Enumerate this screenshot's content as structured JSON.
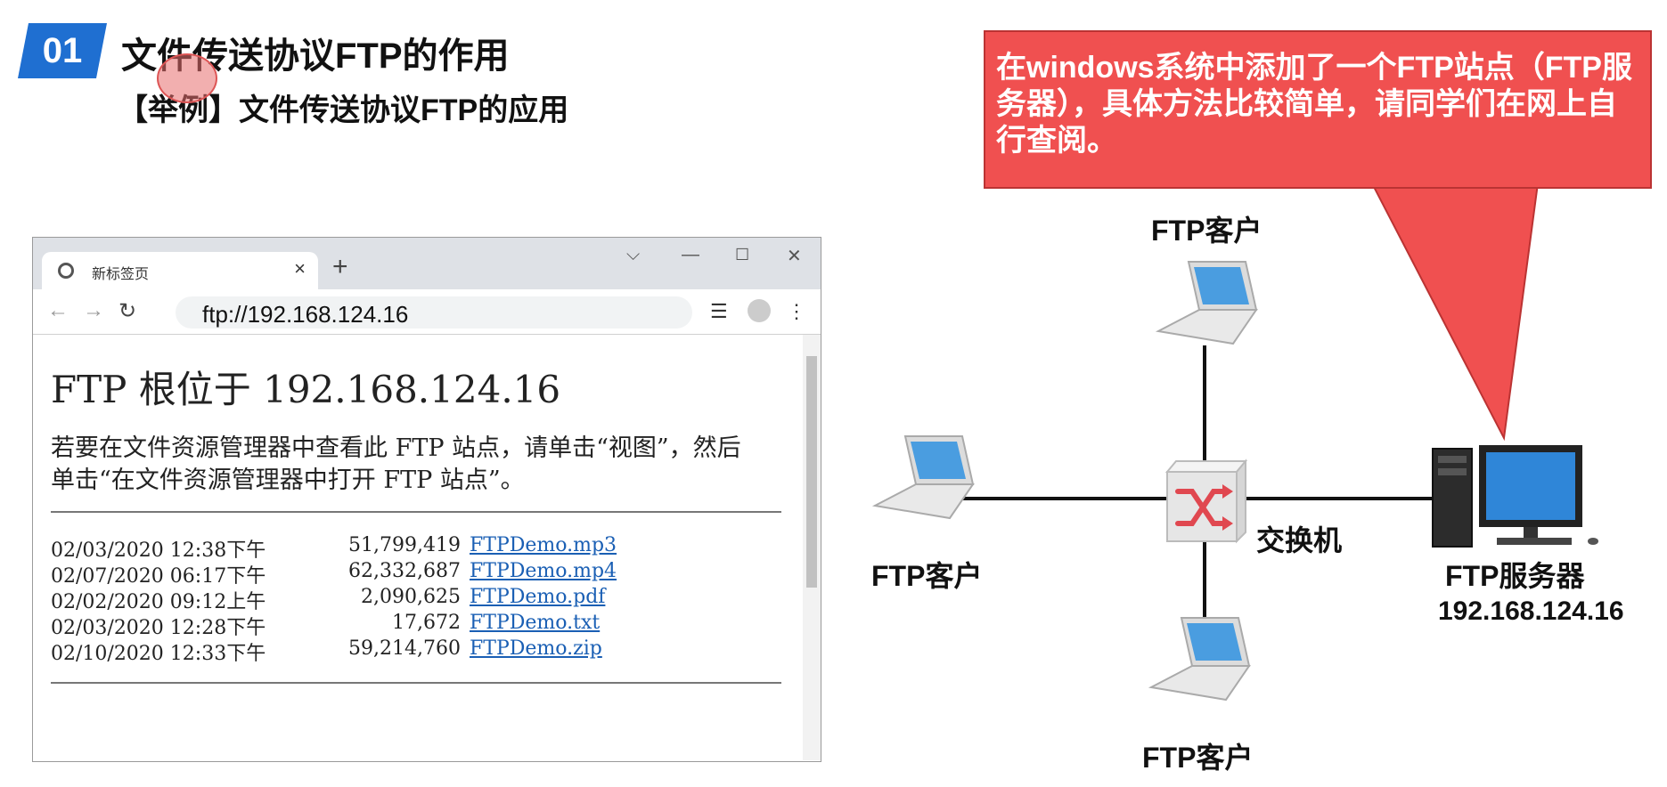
{
  "header": {
    "badge": "01",
    "title": "文件传送协议FTP的作用",
    "subtitle": "【举例】文件传送协议FTP的应用"
  },
  "browser": {
    "tab_title": "新标签页",
    "tab_close": "×",
    "new_tab": "+",
    "url": "ftp://192.168.124.16",
    "page": {
      "heading": "FTP 根位于 192.168.124.16",
      "description": "若要在文件资源管理器中查看此 FTP 站点，请单击“视图”，然后单击“在文件资源管理器中打开 FTP 站点”。",
      "files": [
        {
          "date": "02/03/2020 12:38下午",
          "size": "51,799,419",
          "name": "FTPDemo.mp3"
        },
        {
          "date": "02/07/2020 06:17下午",
          "size": "62,332,687",
          "name": "FTPDemo.mp4"
        },
        {
          "date": "02/02/2020 09:12上午",
          "size": "2,090,625",
          "name": "FTPDemo.pdf"
        },
        {
          "date": "02/03/2020 12:28下午",
          "size": "17,672",
          "name": "FTPDemo.txt"
        },
        {
          "date": "02/10/2020 12:33下午",
          "size": "59,214,760",
          "name": "FTPDemo.zip"
        }
      ]
    }
  },
  "diagram": {
    "callout": "在windows系统中添加了一个FTP站点（FTP服务器），具体方法比较简单，请同学们在网上自行查阅。",
    "client_top": "FTP客户",
    "client_left": "FTP客户",
    "client_bottom": "FTP客户",
    "switch_label": "交换机",
    "server_label": "FTP服务器",
    "server_ip": "192.168.124.16"
  },
  "colors": {
    "badge": "#1f6fd1",
    "callout": "#f05050",
    "link": "#1a5fb4"
  }
}
